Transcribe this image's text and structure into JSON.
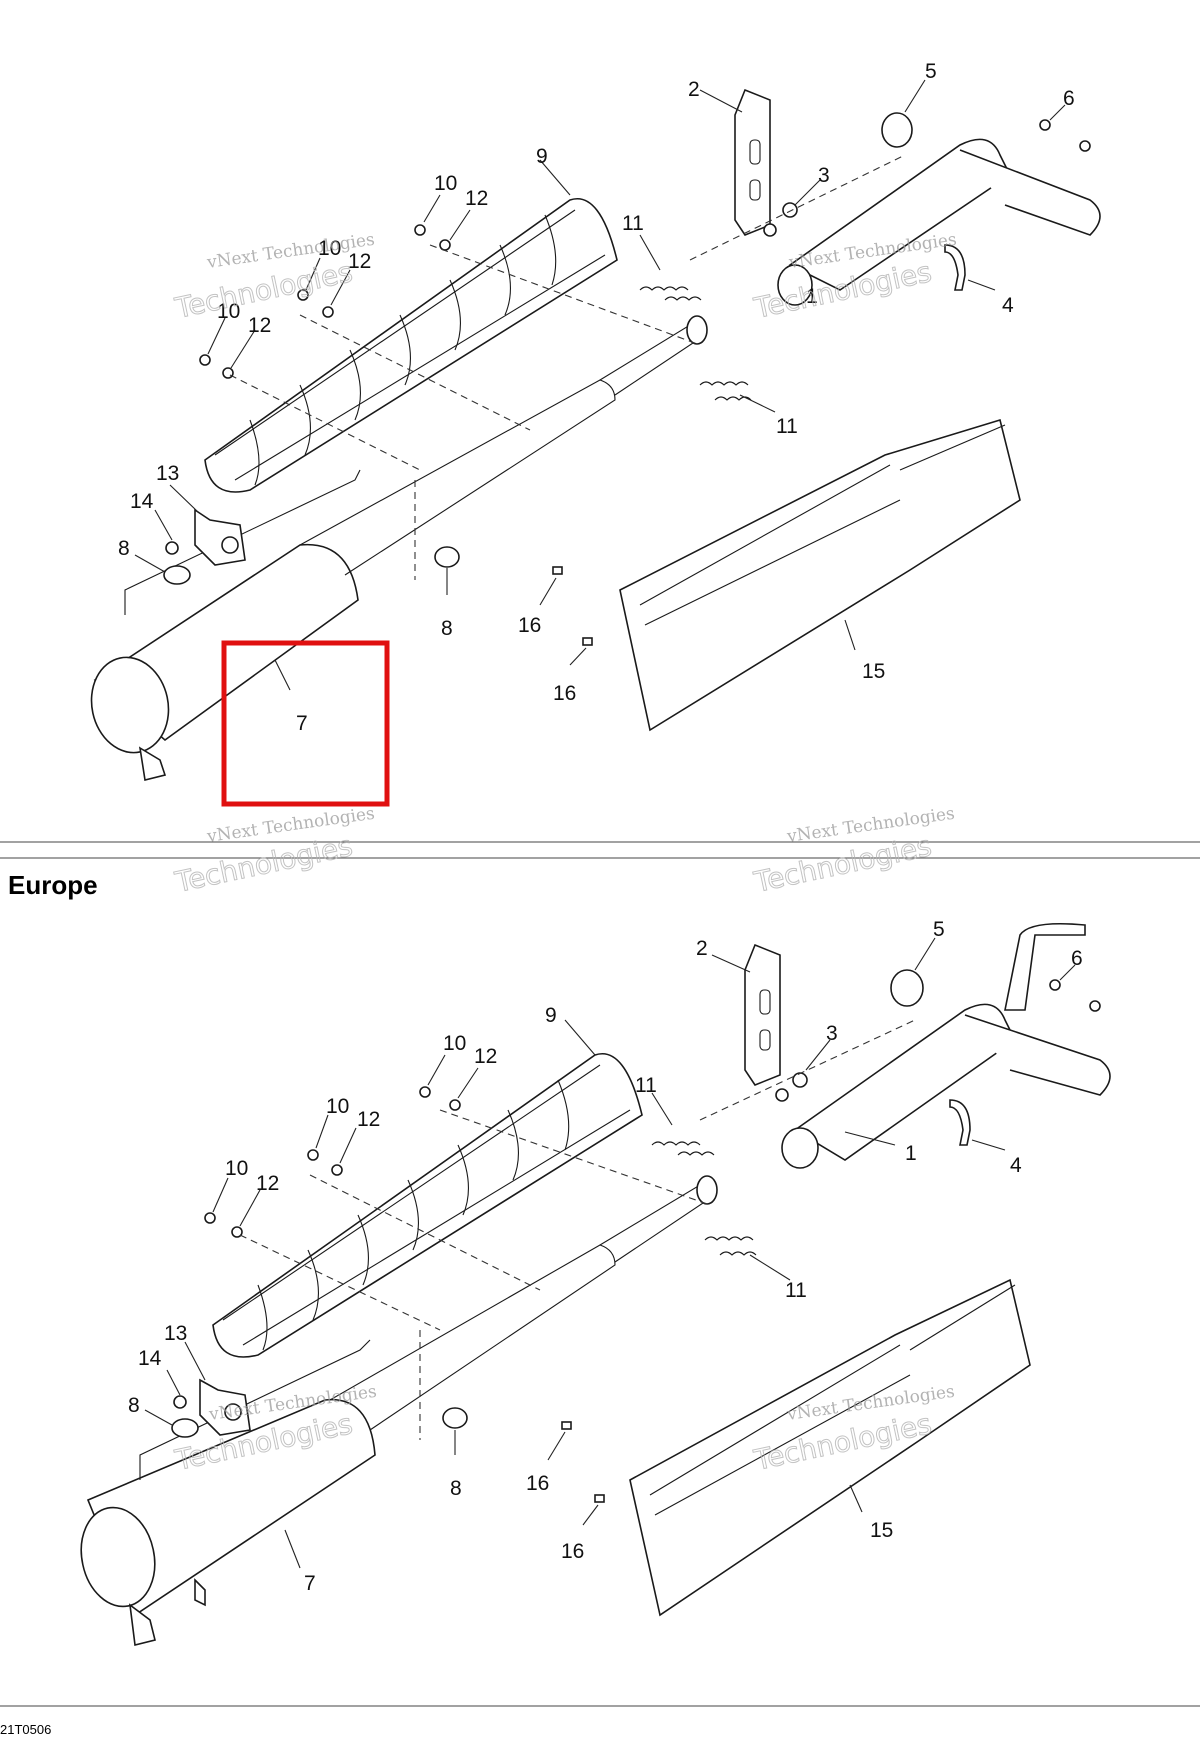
{
  "section_label": "Europe",
  "drawing_code": "21T0506",
  "watermark": {
    "line1": "vNext Technologies",
    "line2": "Technologies"
  },
  "colors": {
    "highlight": "#e01010",
    "ink": "#1a1a1a"
  },
  "top_callouts": [
    "1",
    "2",
    "3",
    "4",
    "5",
    "6",
    "7",
    "8",
    "8",
    "9",
    "10",
    "10",
    "10",
    "11",
    "11",
    "12",
    "12",
    "12",
    "13",
    "14",
    "15",
    "16",
    "16"
  ],
  "bottom_callouts": [
    "1",
    "2",
    "3",
    "4",
    "5",
    "6",
    "7",
    "8",
    "8",
    "9",
    "10",
    "10",
    "10",
    "11",
    "11",
    "12",
    "12",
    "12",
    "13",
    "14",
    "15",
    "16",
    "16"
  ],
  "highlighted_callout": "7"
}
